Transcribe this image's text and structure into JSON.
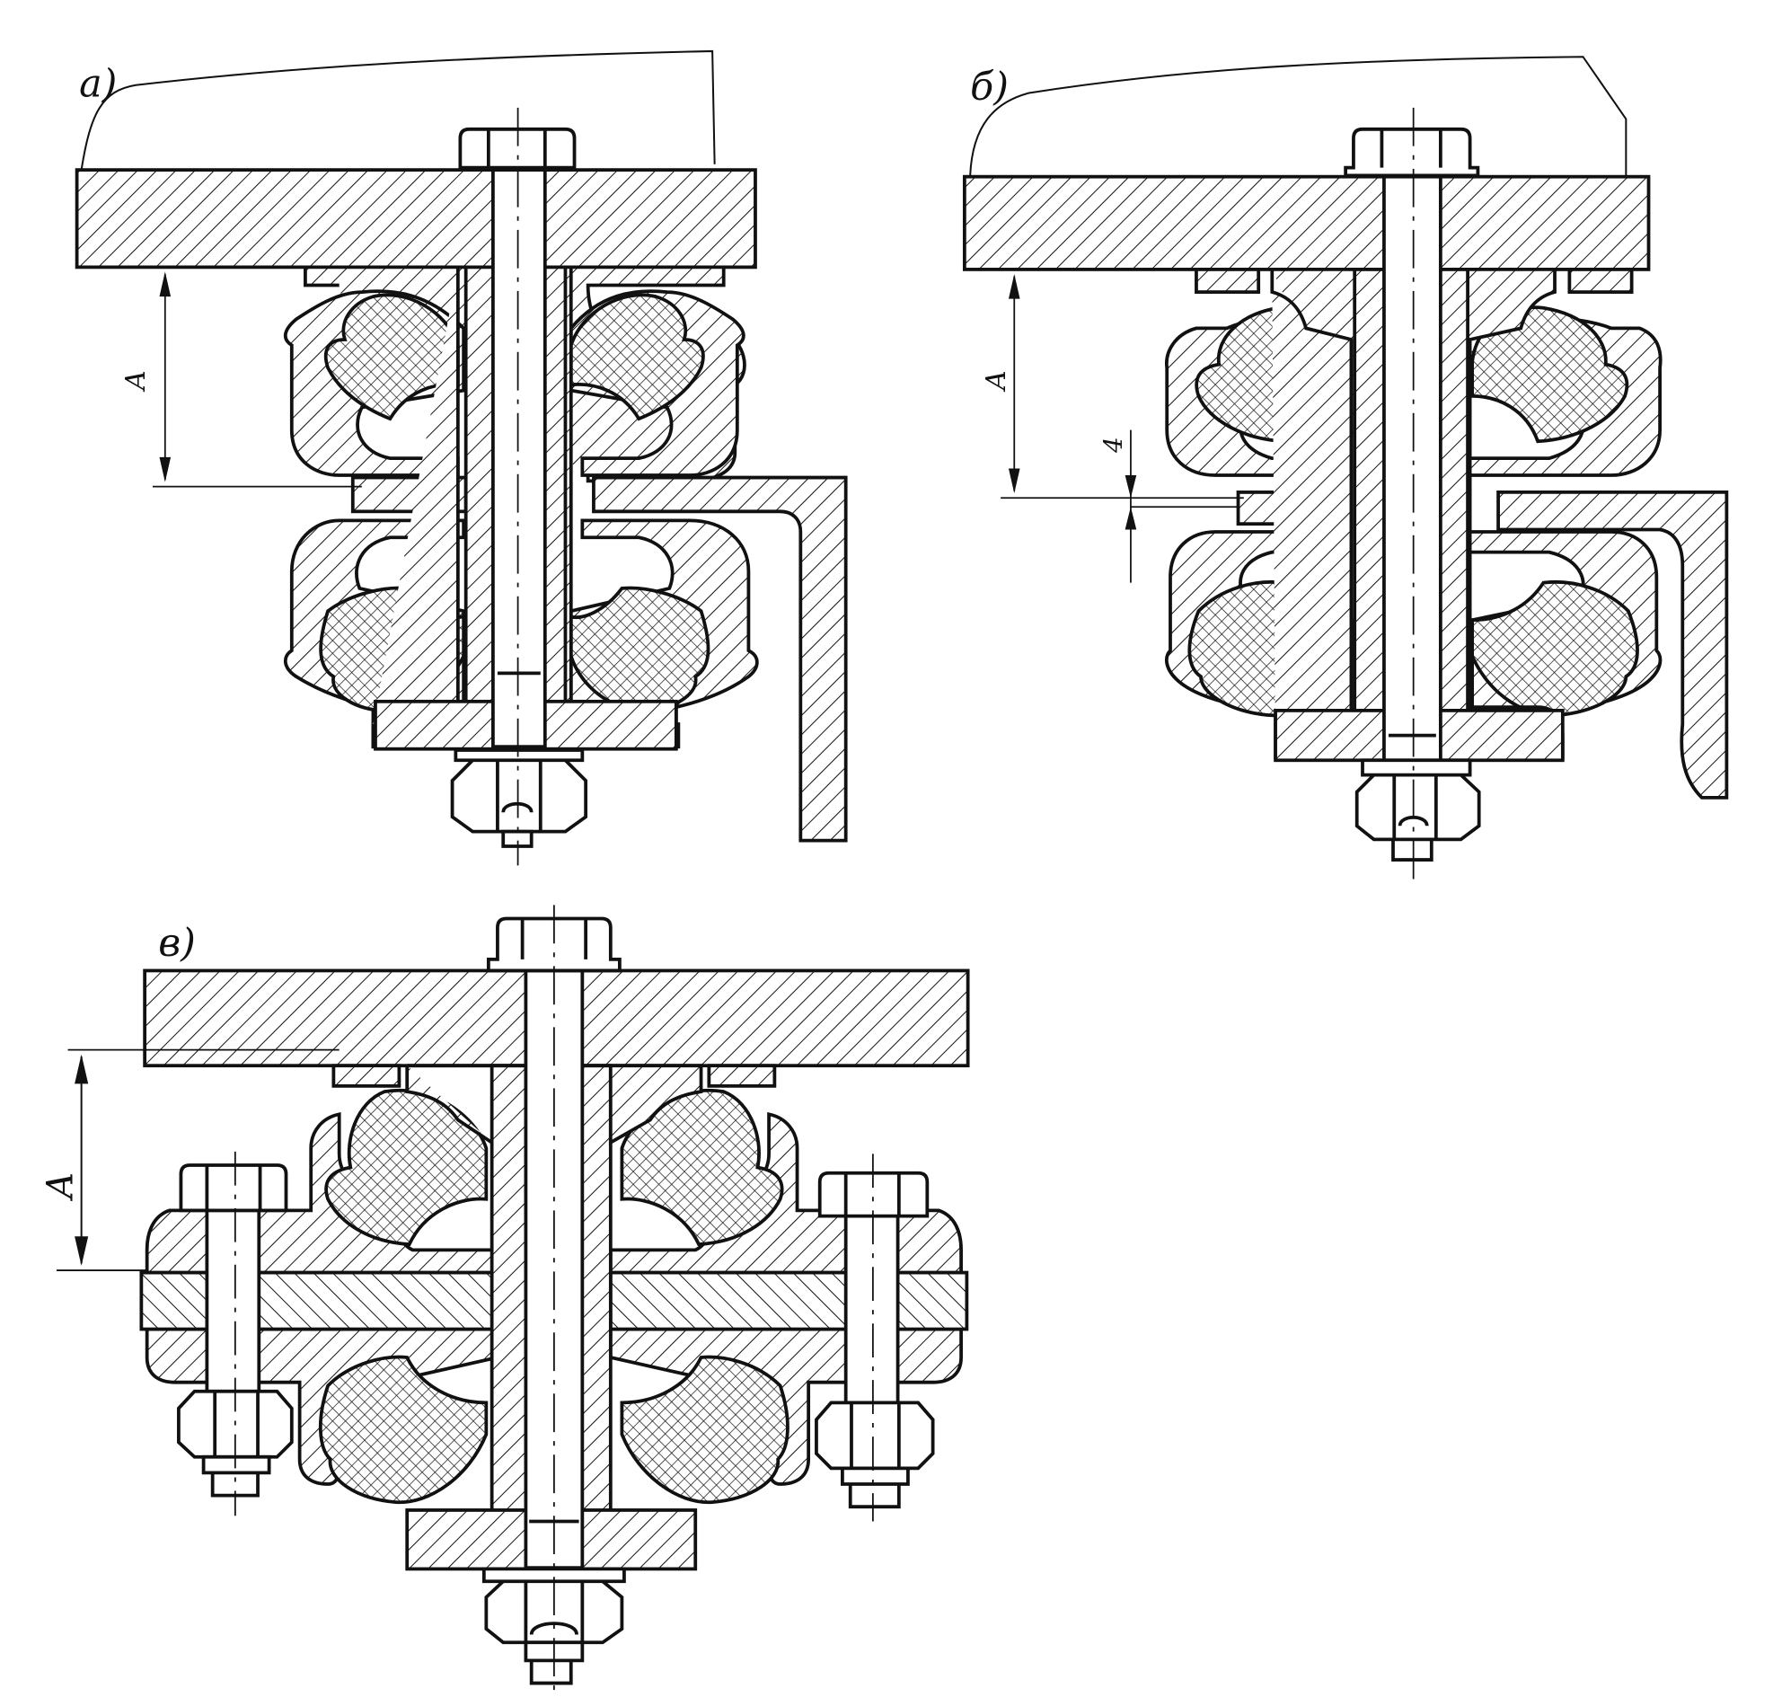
{
  "figure": {
    "panel_a": {
      "label": "а)",
      "dimension_label": "А"
    },
    "panel_b": {
      "label": "б)",
      "dimension_label": "А",
      "gap_label": "4"
    },
    "panel_c": {
      "label": "в)",
      "dimension_label": "А"
    }
  },
  "colors": {
    "ink": "#111111",
    "paper": "#ffffff"
  }
}
